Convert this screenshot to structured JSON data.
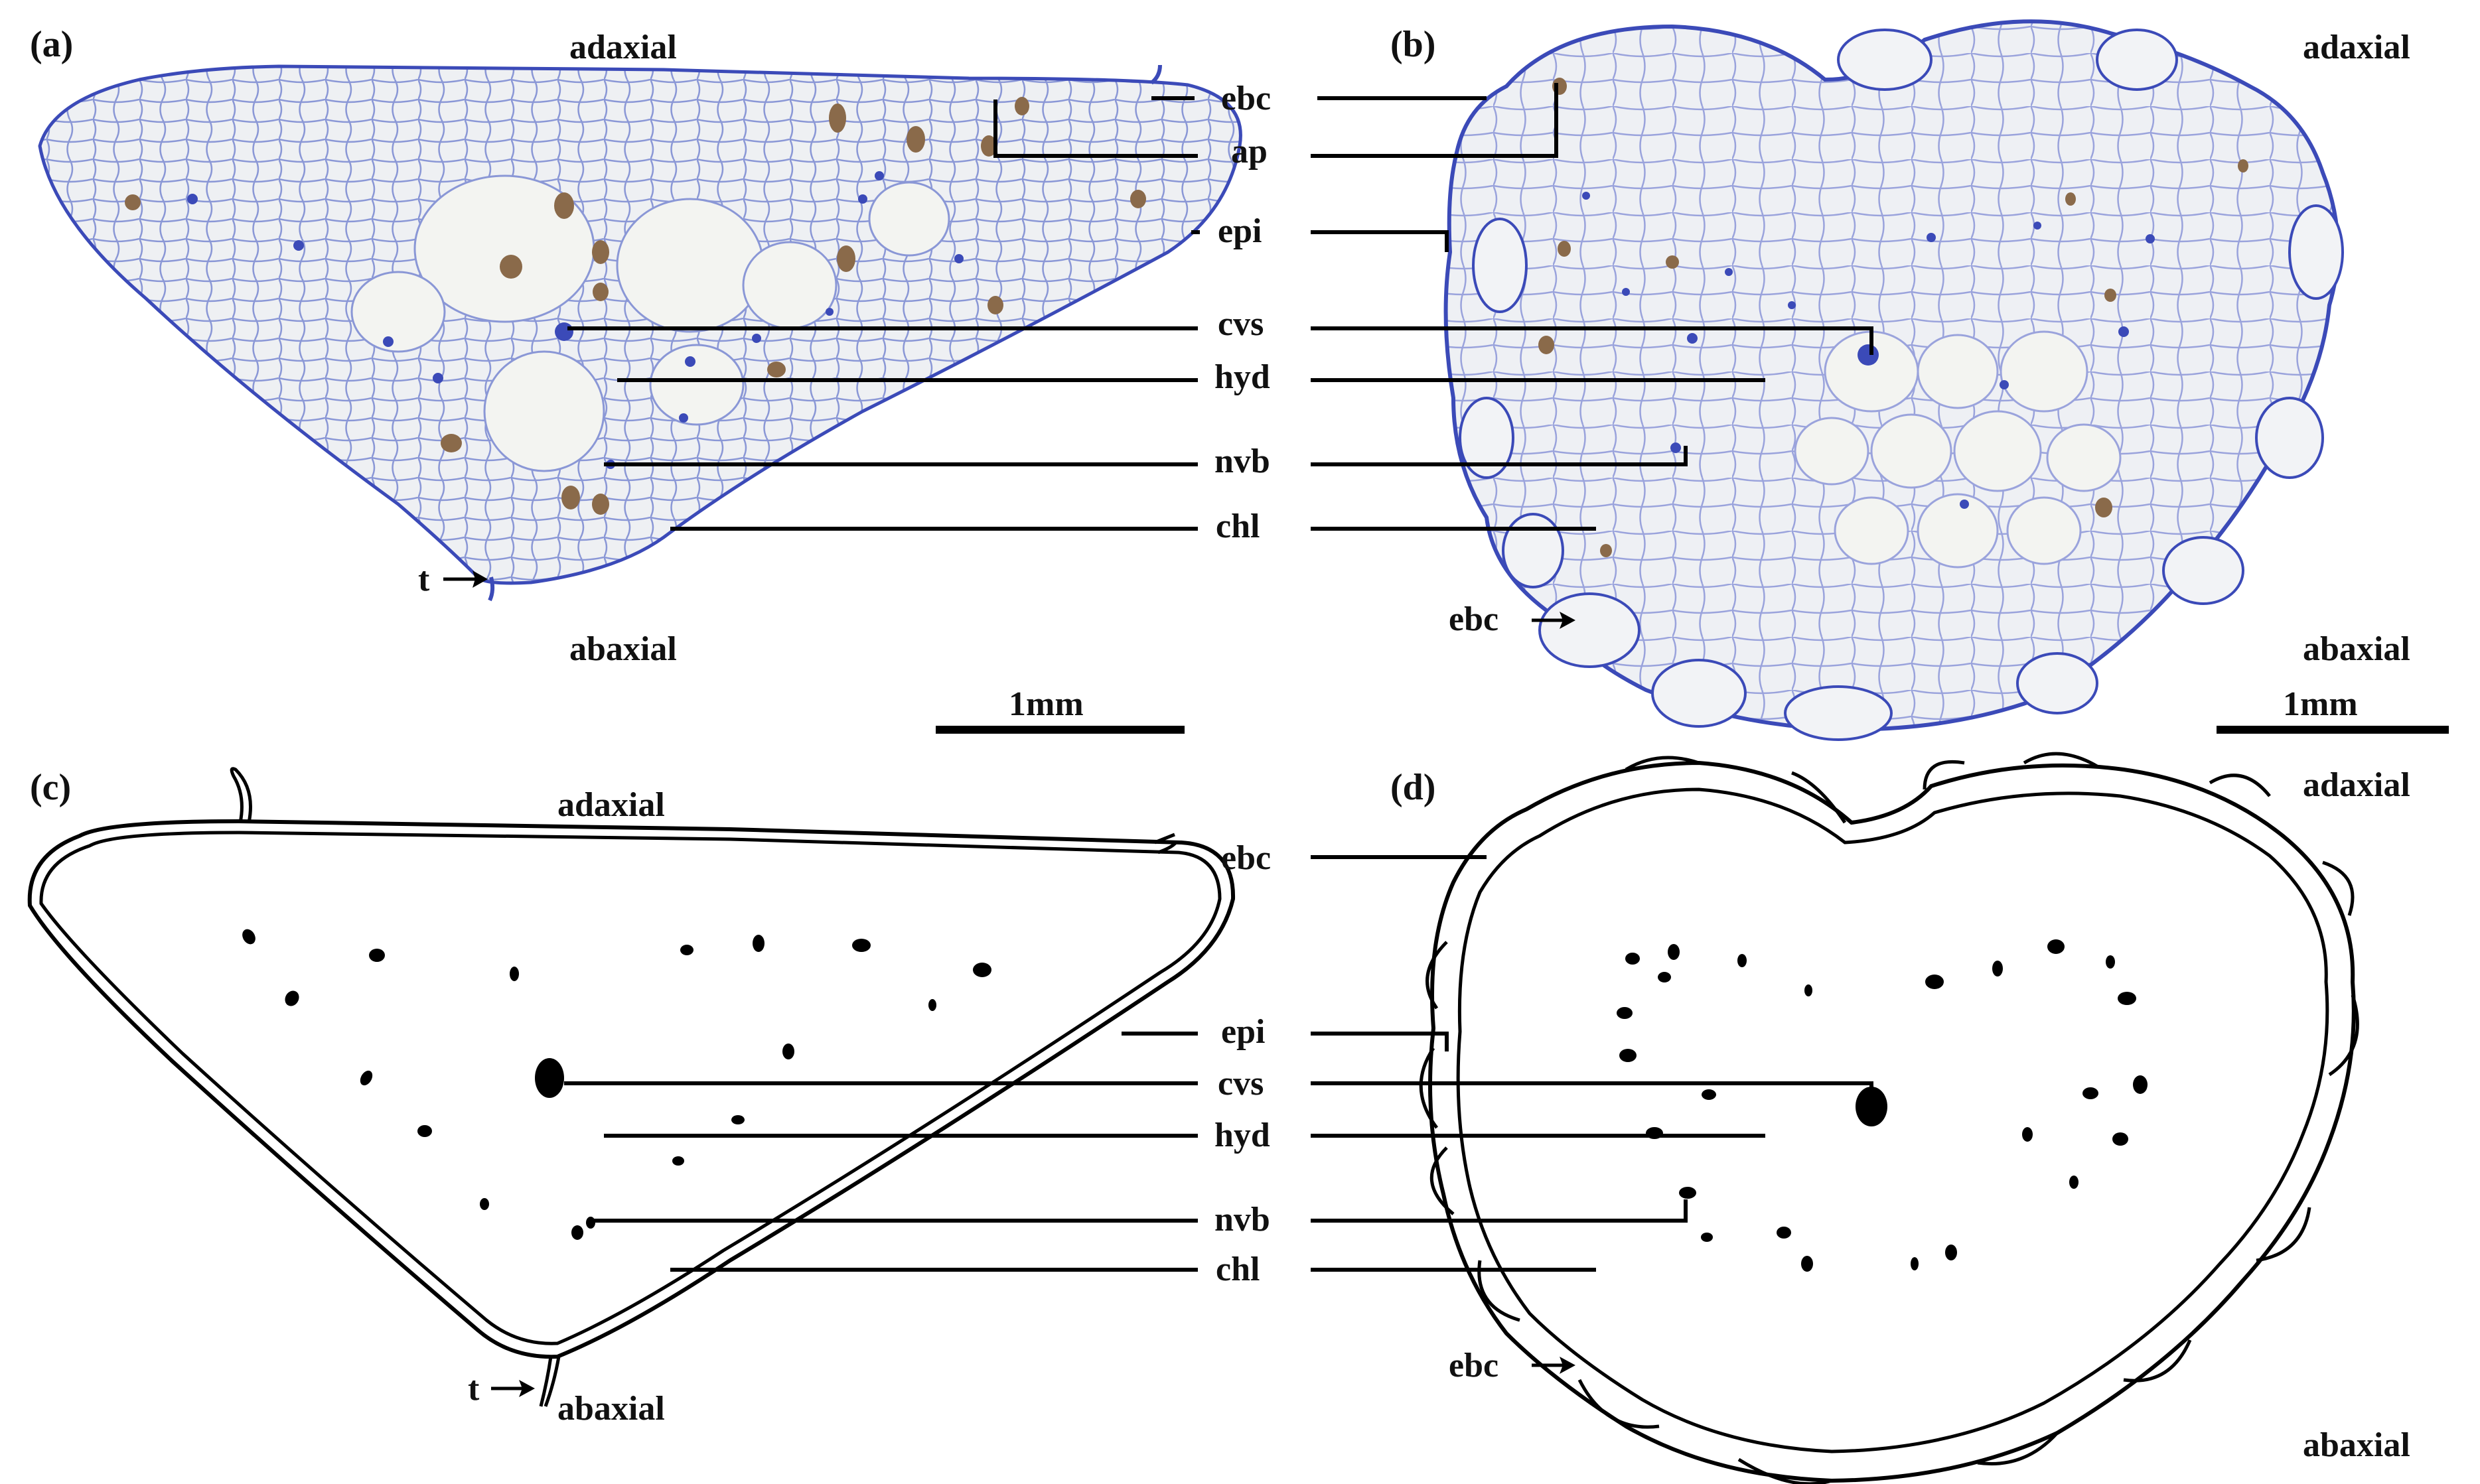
{
  "figure": {
    "panels": [
      {
        "id": "a",
        "label": "(a)",
        "adaxial": "adaxial",
        "abaxial": "abaxial",
        "scale_bar": "1mm",
        "trichome": "t"
      },
      {
        "id": "b",
        "label": "(b)",
        "adaxial": "adaxial",
        "abaxial": "abaxial",
        "scale_bar": "1mm",
        "ebc_pointer": "ebc"
      },
      {
        "id": "c",
        "label": "(c)",
        "adaxial": "adaxial",
        "abaxial": "abaxial",
        "trichome": "t"
      },
      {
        "id": "d",
        "label": "(d)",
        "adaxial": "adaxial",
        "abaxial": "abaxial",
        "ebc_pointer": "ebc"
      }
    ],
    "top_center_labels": [
      "ebc",
      "ap",
      "epi",
      "cvs",
      "hyd",
      "nvb",
      "chl"
    ],
    "bottom_center_labels": [
      "ebc",
      "epi",
      "cvs",
      "hyd",
      "nvb",
      "chl"
    ],
    "colors": {
      "tissue_fill": "#e9ecef",
      "cell_wall": "#6f7fcf",
      "cell_wall_dark": "#3b4ab8",
      "tannin_cell": "#8a6a4a",
      "ink": "#000000"
    }
  }
}
